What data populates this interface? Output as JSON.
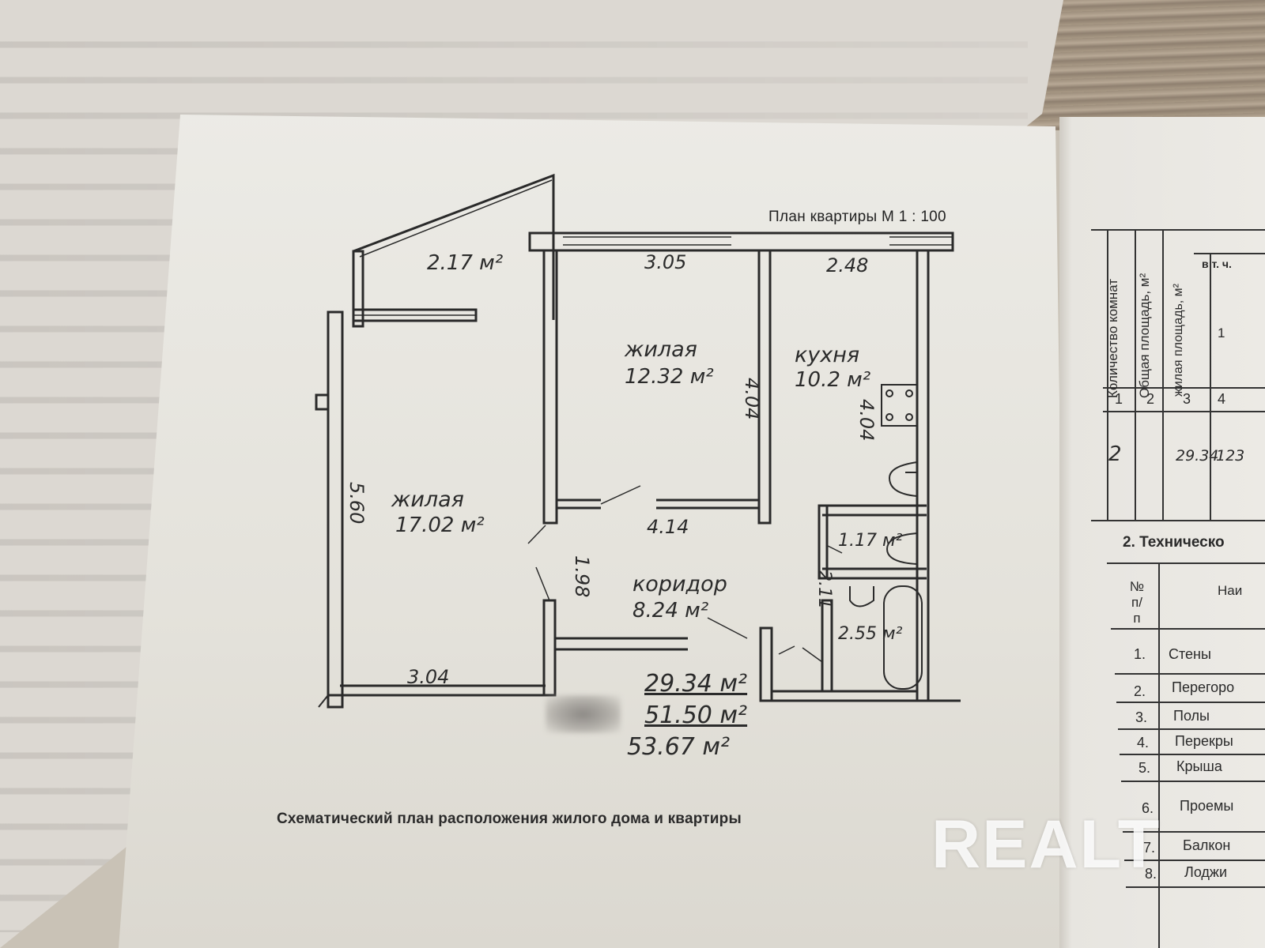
{
  "plan": {
    "title": "План квартиры М 1 : 100",
    "caption": "Схематический план расположения жилого дома и квартиры",
    "rooms": [
      {
        "name": "",
        "area": "2.17 м²"
      },
      {
        "name": "жилая",
        "area": "12.32 м²"
      },
      {
        "name": "кухня",
        "area": "10.2 м²"
      },
      {
        "name": "жилая",
        "area": "17.02 м²"
      },
      {
        "name": "коридор",
        "area": "8.24 м²"
      },
      {
        "name": "",
        "area": "1.17 м²"
      },
      {
        "name": "",
        "area": "2.55 м²"
      }
    ],
    "dimensions": {
      "d1": "3.05",
      "d2": "2.48",
      "d3": "4.04",
      "d4": "4.04",
      "d5": "5.60",
      "d6": "4.14",
      "d7": "1.98",
      "d8": "2.11",
      "d9": "3.04"
    },
    "totals": {
      "living": "29.34 м²",
      "total": "51.50 м²",
      "with_balcony": "53.67 м²"
    }
  },
  "right_page": {
    "headers": [
      "Количество комнат",
      "Общая площадь, м²",
      "жилая площадь, м²",
      "в т. ч."
    ],
    "header_numbers": [
      "1",
      "2",
      "3",
      "4"
    ],
    "sub_number": "1",
    "row": [
      "2",
      "29.34",
      "123"
    ],
    "section_title": "2. Техническо",
    "sec_headers": [
      "№ п/п",
      "Наи"
    ],
    "items": [
      {
        "num": "1.",
        "name": "Стены"
      },
      {
        "num": "2.",
        "name": "Перегоро"
      },
      {
        "num": "3.",
        "name": "Полы"
      },
      {
        "num": "4.",
        "name": "Перекры"
      },
      {
        "num": "5.",
        "name": "Крыша"
      },
      {
        "num": "6.",
        "name": "Проемы"
      },
      {
        "num": "7.",
        "name": "Балкон"
      },
      {
        "num": "8.",
        "name": "Лоджи"
      }
    ]
  },
  "watermark": "REALT"
}
